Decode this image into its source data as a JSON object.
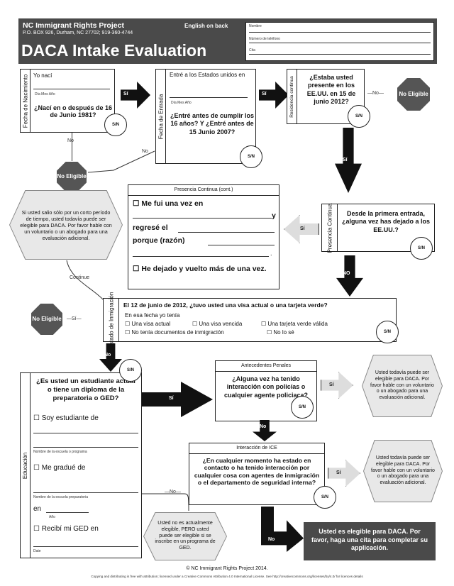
{
  "header": {
    "org": "NC Immigrant Rights Project",
    "address": "P.O. BOX 926, Durham, NC 27702; 919-360-4744",
    "english_on_back": "English on back",
    "title": "DACA Intake Evaluation",
    "fields": [
      "Nombre",
      "Número de teléfono",
      "Cita"
    ]
  },
  "birth": {
    "tab": "Fecha de Nacimiento",
    "yo_naci": "Yo nací",
    "dma": "Día  Mes  Año",
    "question": "¿Nací en o después de 16 de Junio 1981?"
  },
  "entry": {
    "tab": "Fecha de Entrada",
    "entre": "Entré a los Estados unidos en",
    "dma": "Día  Mes  Año",
    "question": "¿Entré antes de cumplir los 16 años? Y ¿Entré antes de 15 Junio 2007?"
  },
  "residence": {
    "tab": "Residencia continua",
    "question": "¿Estaba usted presente en los EE.UU. en 15 de junio 2012?"
  },
  "continuous": {
    "title": "Presencia Continua (cont.)",
    "line1": "☐ Me fui una vez en",
    "y": "y",
    "line2": "regresé el",
    "line3": "porque (razón)",
    "dot": ".",
    "line4": "☐ He dejado y vuelto más de una vez."
  },
  "presence": {
    "tab": "Presencia Continua",
    "question": "Desde la primera entrada, ¿alguna vez has dejado a los EE.UU.?"
  },
  "hex_short_trip": "Si usted salio sólo por un corto período de tiempo, usted todavía puede ser elegible para DACA. Por favor hable con un voluntario o un abogado para una evaluación adicional.",
  "immigration": {
    "tab": "Estado de Inmigración",
    "question": "El 12 de junio de 2012, ¿tuvo usted una visa actual o una tarjeta verde?",
    "intro": "En esa fecha yo tenía",
    "opt1": "☐ Una visa actual",
    "opt2": "☐ Una visa vencida",
    "opt3": "☐ Una tarjeta verde válida",
    "opt4": "☐ No tenía documentos de inmigración",
    "opt5": "☐ No lo sé"
  },
  "education": {
    "tab": "Educación",
    "question": "¿Es usted un estudiante actual o tiene un diploma de la preparatoria o GED?",
    "opt1": "☐ Soy estudiante de",
    "school_prog": "Nombre de la escuela o programa",
    "opt2": "☐ Me gradué de",
    "school_prep": "Nombre de la escuela preparatoria",
    "en": "en",
    "ano": "Año",
    "opt3": "☐ Recibí mi GED en",
    "date": "Date"
  },
  "criminal": {
    "title": "Antecedentes Penales",
    "question": "¿Alguna vez ha tenido interacción con policías o cualquier agente policiaca?"
  },
  "ice": {
    "title": "Interacción de ICE",
    "question": "¿En cualquier momento ha estado en contacto o ha tenido interacción por cualquier cosa con agentes de inmigración o el departamento de seguridad interna?"
  },
  "hex_still1": "Usted todavía puede ser elegible para DACA. Por favor hable con un voluntario o un abogado para una evaluación adicional.",
  "hex_still2": "Usted todavía puede ser elegible para DACA. Por favor hable con un voluntario o un abogado para una evaluación adicional.",
  "hex_not_eligible": "Usted no es actualmente elegible, PERO usted puede ser elegible si se inscribe en un programa de GED.",
  "eligible_box": "Usted es elegible para DACA. Por favor, haga una cita para completar su applicación.",
  "labels": {
    "si": "Sí",
    "no": "No",
    "NO": "NO",
    "sn": "S/N",
    "no_eligible": "No Eligible",
    "continue": "Continue",
    "si_dash": "—Sí—",
    "no_dash": "—No—"
  },
  "footer": {
    "copyright": "© NC Immigrant Rights Project 2014.",
    "license": "Copying and distributing is free with attribution;  licensed under a Creative Commons Attribution 4.0 International License. See http://creativecommons.org/licenses/by/4.0/ for licences details"
  }
}
